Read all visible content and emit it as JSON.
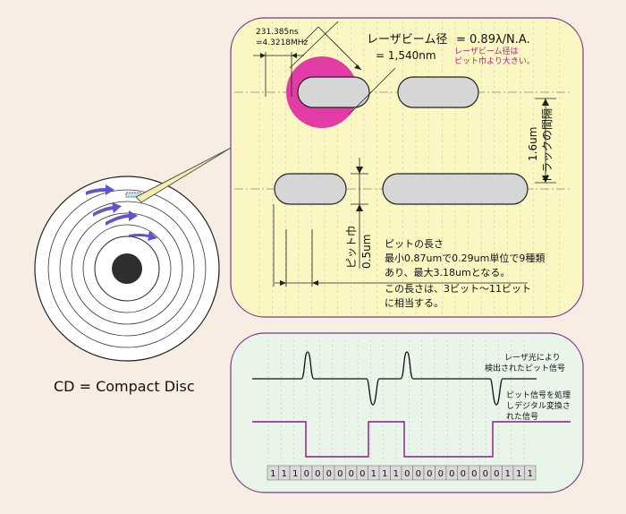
{
  "caption": "CD = Compact Disc",
  "detail": {
    "timing_ns": "231.385ns",
    "timing_mhz": "=4.3218MHz",
    "beam_label": "レーザビーム径",
    "beam_formula": "= 0.89λ/N.A.",
    "beam_value": "= 1,540nm",
    "beam_note_1": "レーザビーム径は",
    "beam_note_2": "ピット巾より大きい。",
    "track_pitch_value": "1.6um",
    "track_pitch_label": "トラックの間隔",
    "pit_width_label": "ピット巾",
    "pit_width_value": "0.5um",
    "pit_length_lines": [
      "ピットの長さ",
      "最小0.87umで0.29um単位で9種類",
      "あり、最大3.18umとなる。",
      "この長さは、3ビット〜11ビット",
      "に相当する。"
    ]
  },
  "signal": {
    "raw_label_1": "レーザ光により",
    "raw_label_2": "検出されたピット信号",
    "digital_label_1": "ピット信号を処理",
    "digital_label_2": "しデジタル変換さ",
    "digital_label_3": "れた信号",
    "bits": [
      "1",
      "1",
      "1",
      "0",
      "0",
      "0",
      "0",
      "0",
      "0",
      "1",
      "1",
      "1",
      "0",
      "0",
      "0",
      "0",
      "0",
      "0",
      "0",
      "0",
      "0",
      "1",
      "1",
      "1"
    ]
  },
  "colors": {
    "page_bg": "#f7ede3",
    "detail_panel": "#fbf7c2",
    "signal_panel": "#e9f5e8",
    "panel_border": "#7d3a8c",
    "beam": "#e23da7",
    "pit": "#d6d6d6",
    "digital_signal": "#8a1b86",
    "arrow_fill": "#f4f0b0",
    "disc_arrow": "#5f57c8",
    "bit_box": "#d9d9d9"
  }
}
